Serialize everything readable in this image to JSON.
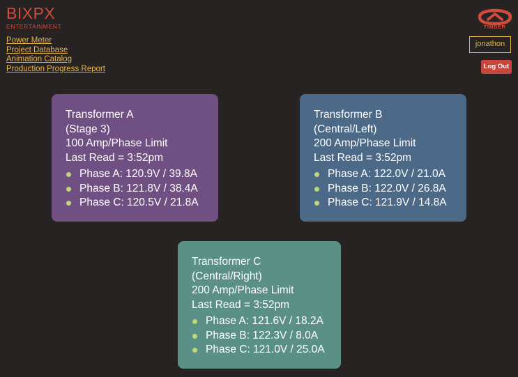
{
  "brand": {
    "logo_main": "BIXPX",
    "logo_sub": "ENTERTAINMENT",
    "timber_label": "TIMBER"
  },
  "nav": {
    "items": [
      {
        "label": "Power Meter"
      },
      {
        "label": "Project Database"
      },
      {
        "label": "Animation Catalog"
      },
      {
        "label": "Production Progress Report"
      }
    ]
  },
  "user": {
    "name": "jonathon",
    "logout_label": "Log Out"
  },
  "transformers": [
    {
      "name": "Transformer A",
      "location": "(Stage 3)",
      "limit": "100 Amp/Phase Limit",
      "last_read": "Last Read = 3:52pm",
      "phases": [
        "Phase A: 120.9V / 39.8A",
        "Phase B: 121.8V / 38.4A",
        "Phase C: 120.5V / 21.8A"
      ]
    },
    {
      "name": "Transformer B",
      "location": "(Central/Left)",
      "limit": "200 Amp/Phase Limit",
      "last_read": "Last Read = 3:52pm",
      "phases": [
        "Phase A: 122.0V / 21.0A",
        "Phase B: 122.0V / 26.8A",
        "Phase C: 121.9V / 14.8A"
      ]
    },
    {
      "name": "Transformer C",
      "location": "(Central/Right)",
      "limit": "200 Amp/Phase Limit",
      "last_read": "Last Read = 3:52pm",
      "phases": [
        "Phase A: 121.6V / 18.2A",
        "Phase B: 122.3V / 8.0A",
        "Phase C: 121.0V / 25.0A"
      ]
    }
  ],
  "colors": {
    "background": "#272323",
    "accent_gold": "#e8b54a",
    "brand_red": "#d14b3d",
    "card_a": "#704f82",
    "card_b": "#4c6a88",
    "card_c": "#5a9085",
    "bullet": "#bfd67a"
  }
}
